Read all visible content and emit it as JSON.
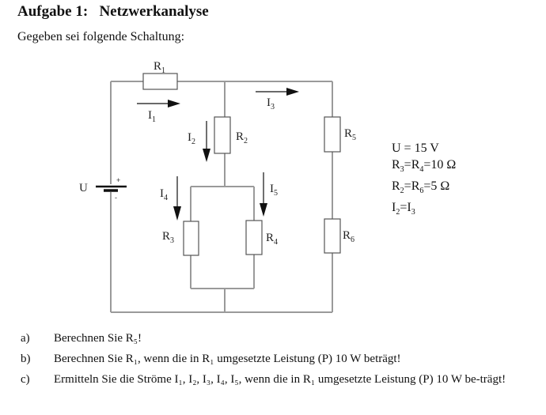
{
  "header": {
    "title": "Aufgabe 1:   Netzwerkanalyse",
    "intro": "Gegeben sei folgende Schaltung:"
  },
  "circuit": {
    "source": {
      "label": "U",
      "plus": "+",
      "minus": "-"
    },
    "resistors": [
      {
        "id": "R1",
        "base": "R",
        "sub": "1"
      },
      {
        "id": "R2",
        "base": "R",
        "sub": "2"
      },
      {
        "id": "R3",
        "base": "R",
        "sub": "3"
      },
      {
        "id": "R4",
        "base": "R",
        "sub": "4"
      },
      {
        "id": "R5",
        "base": "R",
        "sub": "5"
      },
      {
        "id": "R6",
        "base": "R",
        "sub": "6"
      }
    ],
    "currents": [
      {
        "id": "I1",
        "base": "I",
        "sub": "1",
        "direction": "right"
      },
      {
        "id": "I2",
        "base": "I",
        "sub": "2",
        "direction": "down"
      },
      {
        "id": "I3",
        "base": "I",
        "sub": "3",
        "direction": "right"
      },
      {
        "id": "I4",
        "base": "I",
        "sub": "4",
        "direction": "down"
      },
      {
        "id": "I5",
        "base": "I",
        "sub": "5",
        "direction": "down"
      }
    ]
  },
  "given": {
    "line1": "U = 15 V",
    "line2": {
      "a": "R",
      "a_sub": "3",
      "b": "=R",
      "b_sub": "4",
      "c": "=10 Ω"
    },
    "line3": {
      "a": "R",
      "a_sub": "2",
      "b": "=R",
      "b_sub": "6",
      "c": "=5 Ω"
    },
    "line4": {
      "a": "I",
      "a_sub": "2",
      "b": "=I",
      "b_sub": "3"
    }
  },
  "tasks": [
    {
      "key": "a)",
      "text": "Berechnen Sie R₅!"
    },
    {
      "key": "b)",
      "text": "Berechnen Sie R₁, wenn die in R₁ umgesetzte Leistung (P) 10 W beträgt!"
    },
    {
      "key": "c)",
      "text": "Ermitteln Sie die Ströme I₁, I₂, I₃, I₄, I₅, wenn die in R₁ umgesetzte Leistung (P) 10 W be-trägt!"
    }
  ]
}
